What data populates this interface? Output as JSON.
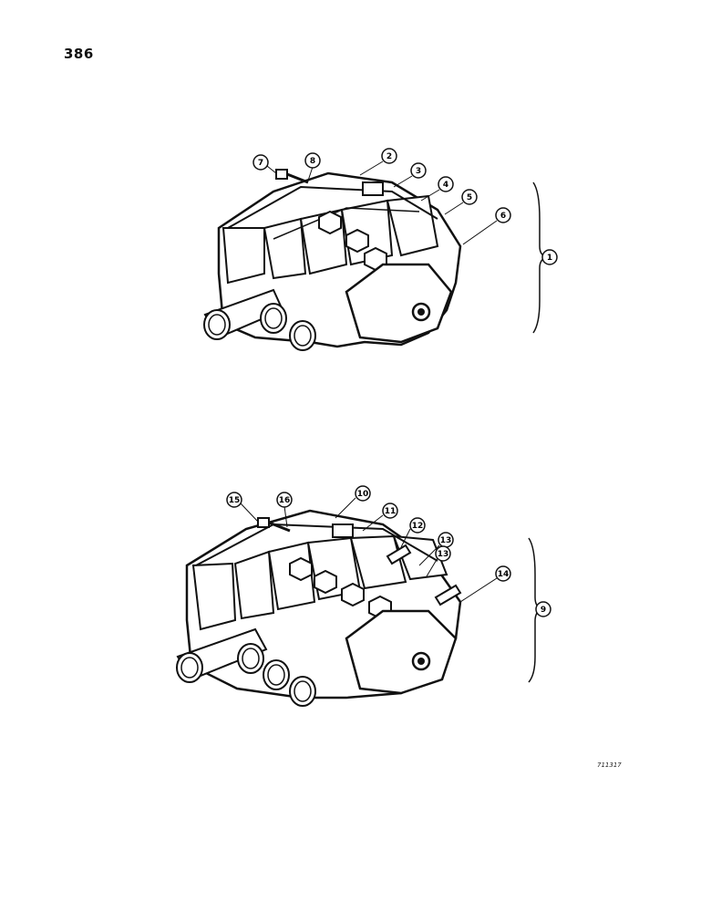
{
  "page_number": "386",
  "reference_code": "711317",
  "assembly_upper": {
    "assembly_callout": "1",
    "callouts": [
      "7",
      "8",
      "2",
      "3",
      "4",
      "5",
      "6"
    ]
  },
  "assembly_lower": {
    "assembly_callout": "9",
    "callouts": [
      "15",
      "16",
      "10",
      "11",
      "12",
      "13",
      "13",
      "14"
    ]
  }
}
